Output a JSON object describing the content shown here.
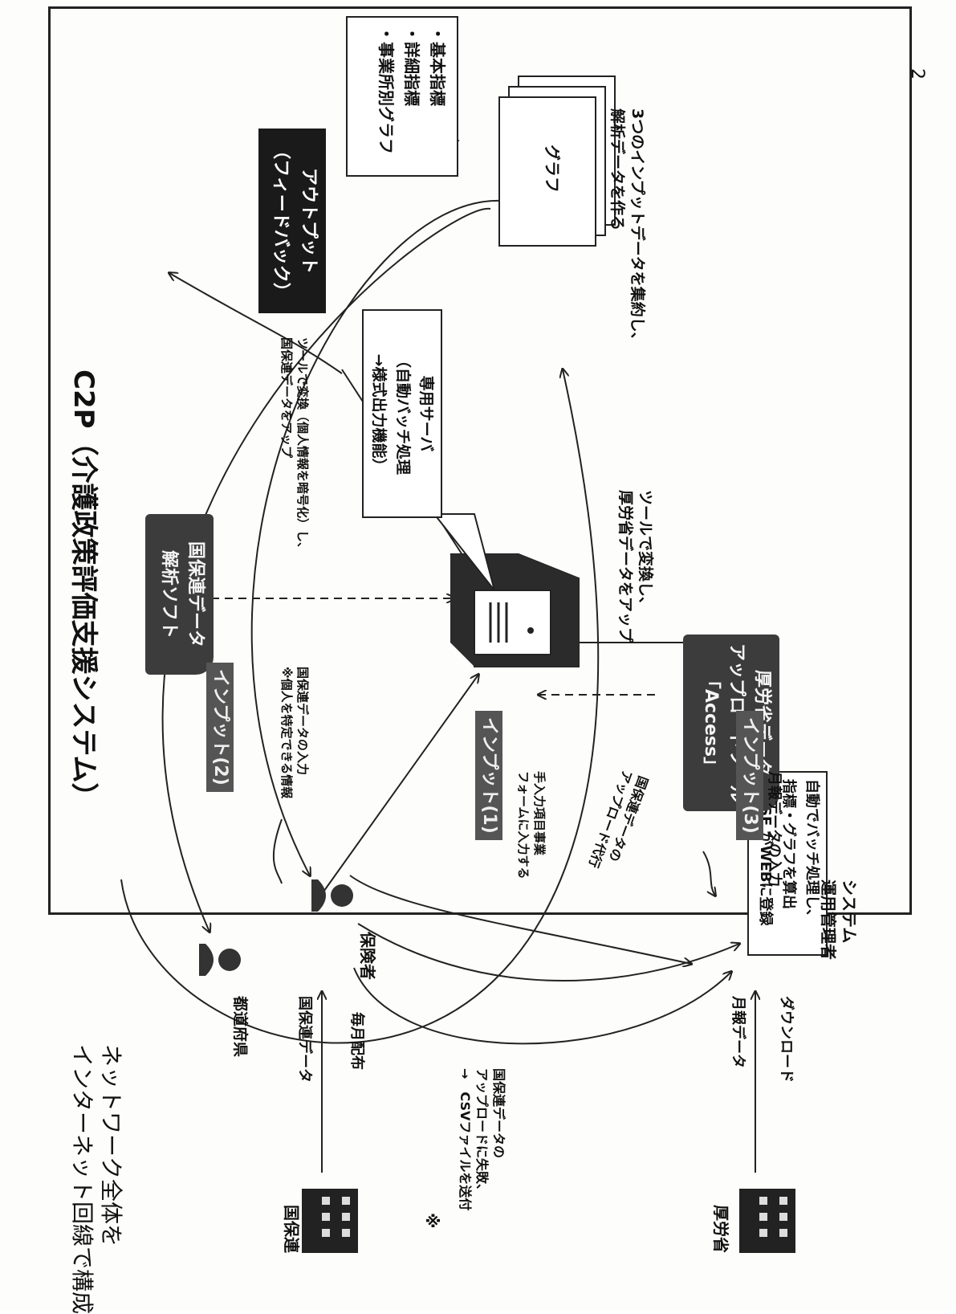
{
  "page_number": "2",
  "system_title": "C2P（介護政策評価支援システム）",
  "output_label": "アウトプット\n（フィードバック）",
  "graph_label": "グラフ",
  "graph_callout": "・基本指標\n・詳細指標\n・事業所別グラフ",
  "graph_note": "3つのインプットデータを集約し、\n解析データを作る",
  "server_callout": "専用サーバ\n（自動バッチ処理\n→様式出力機能）",
  "batch_note": "自動でバッチ処理し、\n指標・グラフを算出\n→　SE がWEBに登録",
  "kokuho_soft": "国保連データ\n解析ソフト",
  "kokuho_convert_note": "ツールで変換（個人情報を暗号化）し、\n国保連データをアップ",
  "mhlw_tool": "厚労省データ\nアップロードツール\n「Access」",
  "mhlw_convert_note": "ツールで変換し、\n厚労省データをアップ",
  "input1_tag": "インプット(1)",
  "input1_note": "手入力項目事業\nフォームに入力する",
  "input2_tag": "インプット(2)",
  "input2_note": "国保連データの入力\n※個人を特定できる情報",
  "input3_tag": "インプット(3)",
  "input3_note": "月報データの入力",
  "kokuho_upload_note": "国保連データの\nアップロード代行",
  "network_note": "ネットワーク全体を\nインターネット回線で構成",
  "prefecture_label": "都道府県",
  "insurer_label": "保険者",
  "sysadmin_label": "システム\n運用管理者",
  "kokuho_label": "国保連",
  "mhlw_label": "厚労省",
  "kokuho_data_label": "国保連データ",
  "monthly_dist_label": "毎月配布",
  "monthly_data_label": "月報データ",
  "download_label": "ダウンロード",
  "note_symbol": "※",
  "note_text": "国保連データの\nアップロードに失敗、\n→　CSVファイルを送付"
}
